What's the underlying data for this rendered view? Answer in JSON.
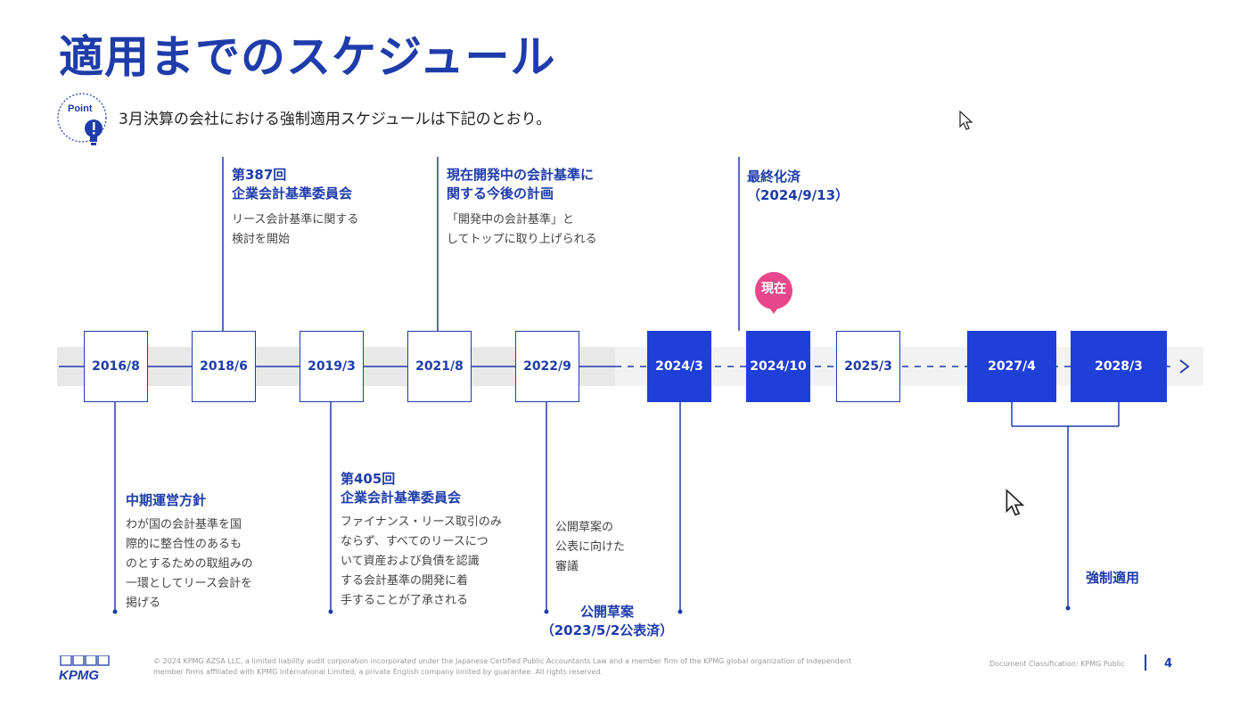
{
  "slide": {
    "title": "適用までのスケジュール",
    "point_label": "Point",
    "point_text": "3月決算の会社における強制適用スケジュールは下記のとおり。"
  },
  "timeline": {
    "boxes": [
      {
        "label": "2016/8",
        "style": "outline"
      },
      {
        "label": "2018/6",
        "style": "outline"
      },
      {
        "label": "2019/3",
        "style": "outline"
      },
      {
        "label": "2021/8",
        "style": "outline"
      },
      {
        "label": "2022/9",
        "style": "outline"
      },
      {
        "label": "2024/3",
        "style": "filled"
      },
      {
        "label": "2024/10",
        "style": "filled"
      },
      {
        "label": "2025/3",
        "style": "outline"
      },
      {
        "label": "2027/4",
        "style": "filled"
      },
      {
        "label": "2028/3",
        "style": "filled"
      }
    ],
    "now_label": "現在"
  },
  "events": {
    "e2018_title1": "第387回",
    "e2018_title2": "企業会計基準委員会",
    "e2018_desc1": "リース会計基準に関する",
    "e2018_desc2": "検討を開始",
    "e2021_title1": "現在開発中の会計基準に",
    "e2021_title2": "関する今後の計画",
    "e2021_desc1": "「開発中の会計基準」と",
    "e2021_desc2": "してトップに取り上げられる",
    "e2024_title1": "最終化済",
    "e2024_title2": "（2024/9/13）",
    "e2016_title": "中期運営方針",
    "e2016_desc1": "わが国の会計基準を国",
    "e2016_desc2": "際的に整合性のあるも",
    "e2016_desc3": "のとするための取組みの",
    "e2016_desc4": "一環としてリース会計を",
    "e2016_desc5": "掲げる",
    "e2019_title1": "第405回",
    "e2019_title2": "企業会計基準委員会",
    "e2019_desc1": "ファイナンス・リース取引のみ",
    "e2019_desc2": "ならず、すべてのリースにつ",
    "e2019_desc3": "いて資産および負債を認識",
    "e2019_desc4": "する会計基準の開発に着",
    "e2019_desc5": "手することが了承される",
    "e2022_desc1": "公開草案の",
    "e2022_desc2": "公表に向けた",
    "e2022_desc3": "審議",
    "e2022_title1": "公開草案",
    "e2022_title2": "（2023/5/2公表済）",
    "e2027_title": "強制適用"
  },
  "footer": {
    "logo": "KPMG",
    "copyright_line1": "© 2024 KPMG AZSA LLC, a limited liability audit corporation incorporated under the Japanese Certified Public Accountants Law and a member firm of the KPMG global organization of independent",
    "copyright_line2": "member firms affiliated with KPMG International Limited, a private English company limited by guarantee. All rights reserved.",
    "classification": "Document Classification: KPMG Public",
    "page_number": "4"
  },
  "colors": {
    "brand_blue": "#1e3caa",
    "filled_box": "#1e3fd8",
    "now_badge": "#e8478c"
  },
  "icons": [
    "lightbulb-icon",
    "arrow-right-icon",
    "mouse-cursor-icon"
  ]
}
